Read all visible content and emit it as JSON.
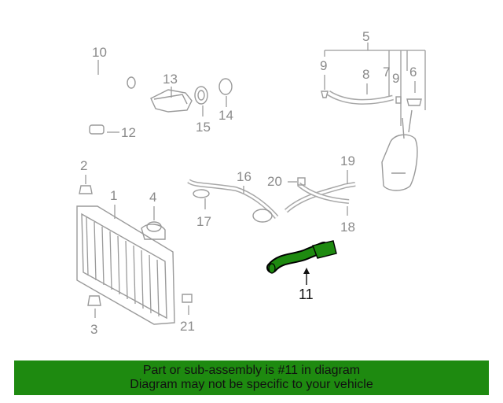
{
  "highlight_color": "#1e8a10",
  "callouts": {
    "c1": "1",
    "c2": "2",
    "c3": "3",
    "c4": "4",
    "c5": "5",
    "c6": "6",
    "c7": "7",
    "c8": "8",
    "c9a": "9",
    "c9b": "9",
    "c10": "10",
    "c11": "11",
    "c12": "12",
    "c13": "13",
    "c14": "14",
    "c15": "15",
    "c16": "16",
    "c17": "17",
    "c18": "18",
    "c19": "19",
    "c20": "20",
    "c21": "21"
  },
  "banner": {
    "line1": "Part or sub-assembly is #11 in diagram",
    "line2": "Diagram may not be specific to your vehicle"
  }
}
